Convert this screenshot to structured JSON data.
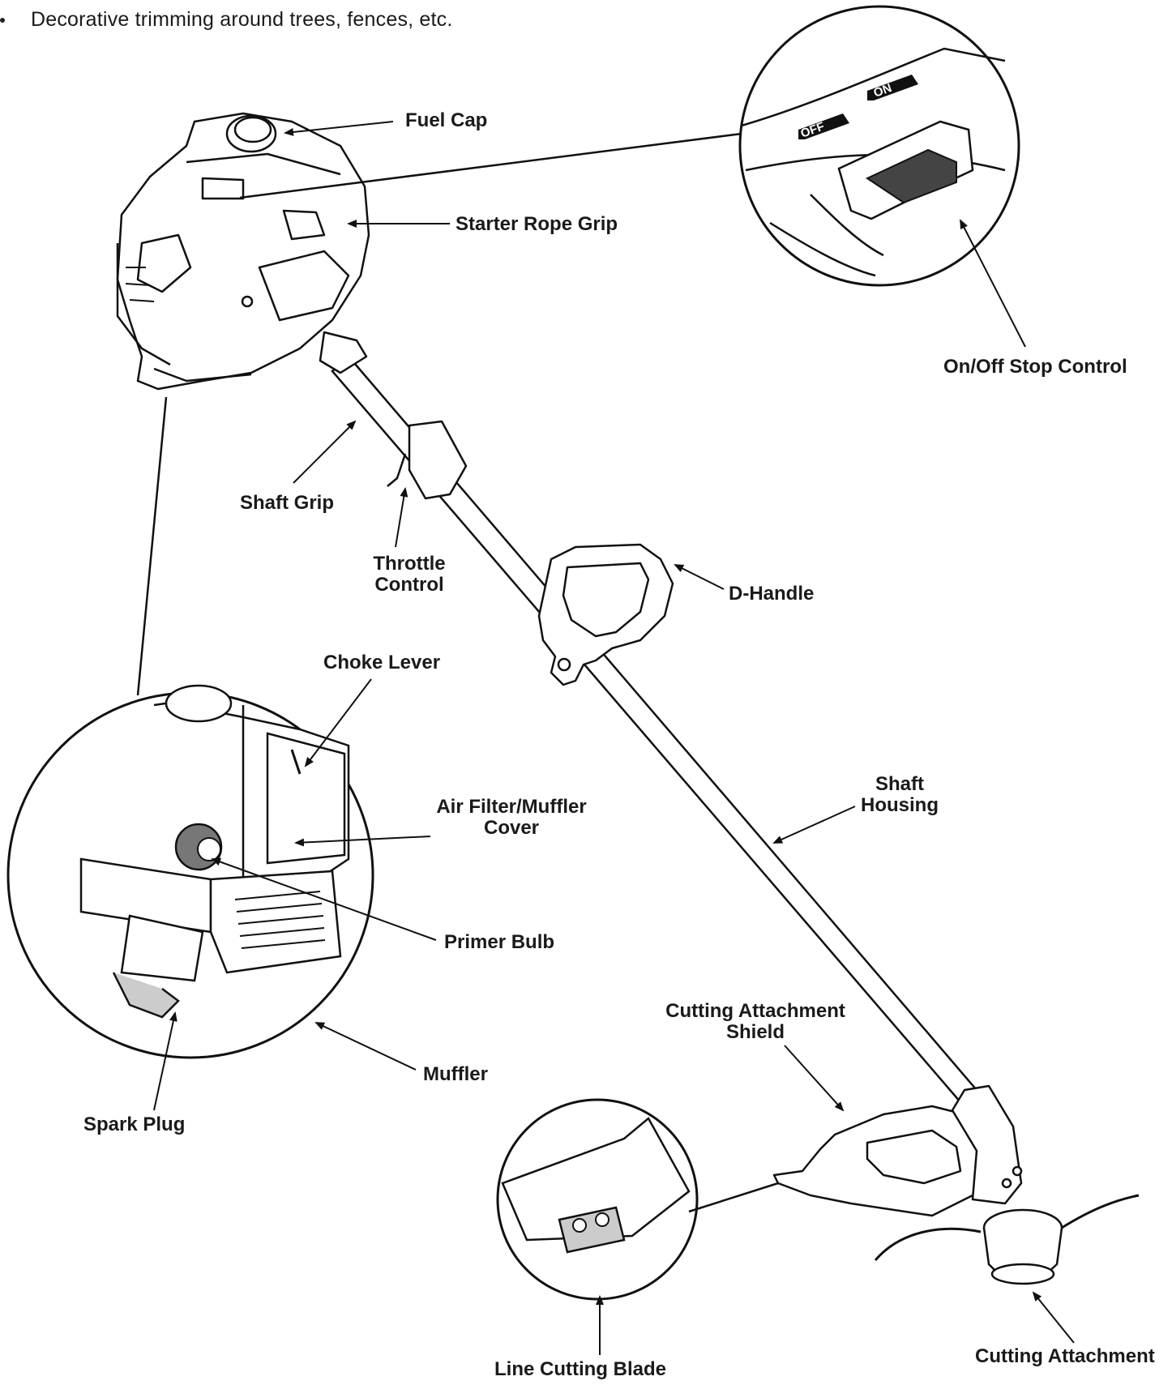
{
  "intro_text": "Decorative trimming around trees, fences, etc.",
  "labels": {
    "fuel_cap": "Fuel Cap",
    "starter_rope_grip": "Starter Rope Grip",
    "on_off_stop_control": "On/Off Stop Control",
    "shaft_grip": "Shaft Grip",
    "throttle_control_1": "Throttle",
    "throttle_control_2": "Control",
    "d_handle": "D-Handle",
    "choke_lever": "Choke Lever",
    "air_filter_1": "Air Filter/Muffler",
    "air_filter_2": "Cover",
    "primer_bulb": "Primer Bulb",
    "muffler": "Muffler",
    "spark_plug": "Spark Plug",
    "shaft_housing_1": "Shaft",
    "shaft_housing_2": "Housing",
    "shield_1": "Cutting Attachment",
    "shield_2": "Shield",
    "line_cutting_blade": "Line Cutting Blade",
    "cutting_attachment": "Cutting Attachment",
    "switch_off": "OFF",
    "switch_on": "ON"
  }
}
